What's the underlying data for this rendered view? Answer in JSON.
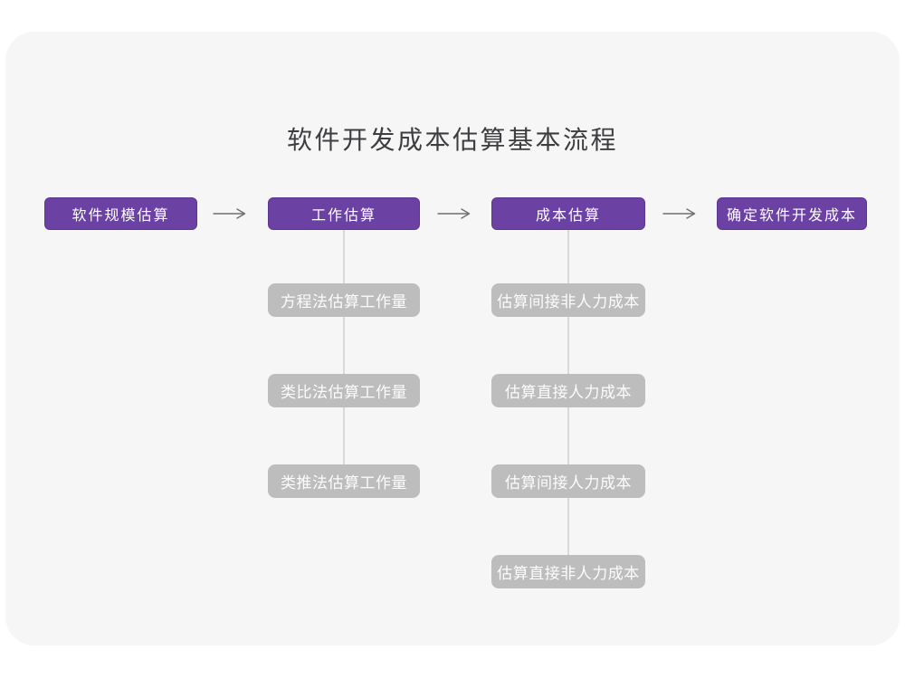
{
  "diagram": {
    "title": "软件开发成本估算基本流程",
    "main_steps": [
      {
        "label": "软件规模估算"
      },
      {
        "label": "工作估算"
      },
      {
        "label": "成本估算"
      },
      {
        "label": "确定软件开发成本"
      }
    ],
    "work_estimation_methods": [
      {
        "label": "方程法估算工作量"
      },
      {
        "label": "类比法估算工作量"
      },
      {
        "label": "类推法估算工作量"
      }
    ],
    "cost_estimation_items": [
      {
        "label": "估算间接非人力成本"
      },
      {
        "label": "估算直接人力成本"
      },
      {
        "label": "估算间接人力成本"
      },
      {
        "label": "估算直接非人力成本"
      }
    ],
    "colors": {
      "card_background": "#f6f6f7",
      "primary_node": "#6c41a4",
      "primary_node_border": "#5c3792",
      "sub_node": "#bdbdbd",
      "connector_line": "#d9d9d9",
      "arrow": "#6f6f6f",
      "title_text": "#3e3e40",
      "node_text": "#ffffff"
    }
  }
}
